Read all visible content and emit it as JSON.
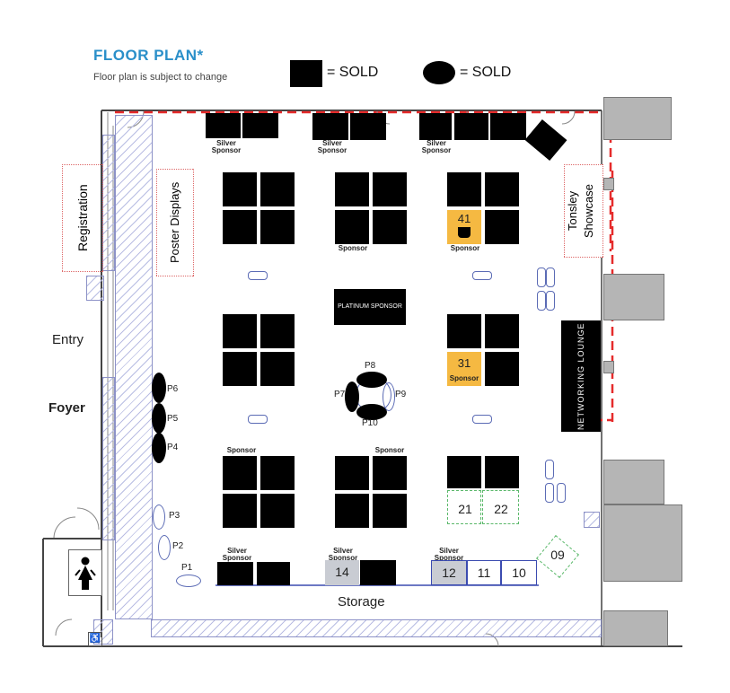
{
  "header": {
    "title": "FLOOR PLAN*",
    "subtitle": "Floor plan is subject to change",
    "title_color": "#2a8fc9"
  },
  "legend": {
    "square_label": "= SOLD",
    "oval_label": "= SOLD"
  },
  "rooms": {
    "registration": "Registration",
    "poster_displays": "Poster Displays",
    "entry": "Entry",
    "foyer": "Foyer",
    "tonsley": "Tonsley Showcase",
    "networking": "NETWORKING LOUNGE",
    "storage": "Storage",
    "platinum": "PLATINUM SPONSOR"
  },
  "sponsor_labels": {
    "silver": "Silver Sponsor",
    "sponsor": "Sponsor"
  },
  "booths": {
    "b41": "41",
    "b31": "31",
    "b21": "21",
    "b22": "22",
    "b14": "14",
    "b12": "12",
    "b11": "11",
    "b10": "10",
    "b09": "09"
  },
  "posters": {
    "p1": "P1",
    "p2": "P2",
    "p3": "P3",
    "p4": "P4",
    "p5": "P5",
    "p6": "P6",
    "p7": "P7",
    "p8": "P8",
    "p9": "P9",
    "p10": "P10"
  },
  "colors": {
    "sold": "#000000",
    "highlight_booth": "#f5b942",
    "boundary_dash": "#e52b2b",
    "hatch": "#b9bde3"
  }
}
